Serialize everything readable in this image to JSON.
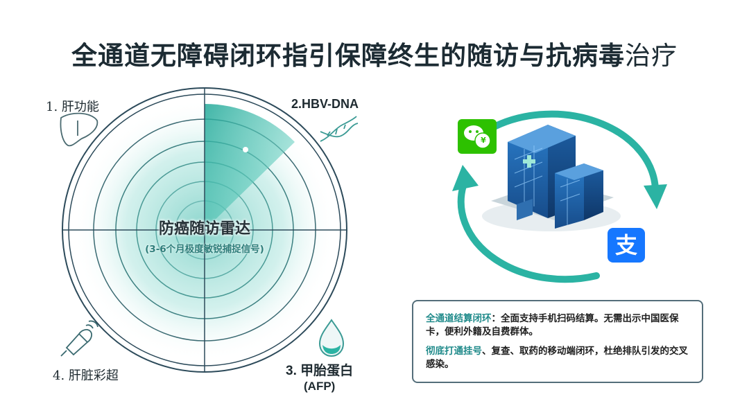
{
  "title": {
    "main": "全通道无障碍闭环指引保障终生的随访与抗病毒",
    "tail": "治疗"
  },
  "radar": {
    "title": "防癌随访雷达",
    "subtitle": "(3-6个月极度敏锐捕捉信号)",
    "labels": {
      "liver_function": "1. 肝功能",
      "hbv_dna": "2.HBV-DNA",
      "afp_line1": "3. 甲胎蛋白",
      "afp_line2": "(AFP)",
      "ultrasound": "4. 肝脏彩超"
    }
  },
  "icons": {
    "liver": "liver-icon",
    "dna": "dna-icon",
    "drop": "drop-icon",
    "ultrasound": "ultrasound-probe-icon",
    "wechat": "wechat-pay-icon",
    "alipay": "alipay-icon",
    "hospital": "hospital-building-icon"
  },
  "alipay_glyph": "支",
  "wechat_currency": "¥",
  "info": {
    "p1_accent": "全通道结算闭环",
    "p1_text": "：全面支持手机扫码结算。无需出示中国医保卡，便利外籍及自费群体。",
    "p2_accent": "彻底打通挂号",
    "p2_text": "、复查、取药的移动端闭环，杜绝排队引发的交叉感染。"
  },
  "colors": {
    "teal": "#2bb3a3",
    "teal_dark": "#1f8a8a",
    "radar_ring": "#2c4a5a",
    "wechat_green": "#2dc100",
    "alipay_blue": "#1677ff",
    "building_blue": "#1e5fa8"
  }
}
